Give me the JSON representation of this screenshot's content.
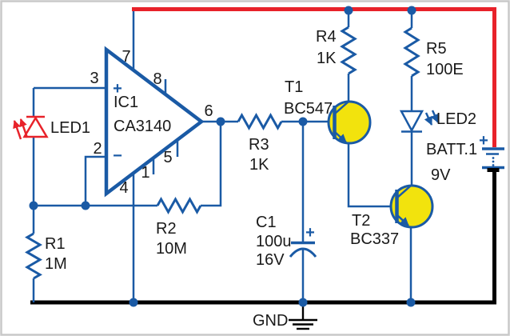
{
  "diagram_type": "circuit-schematic",
  "colors": {
    "wire_blue": "#1A5AA5",
    "positive_rail_red": "#E8222A",
    "ground_black": "#000000",
    "transistor_fill_yellow": "#F2E30D",
    "led1_red": "#E8222A",
    "text": "#1A1A1A"
  },
  "components": {
    "led1": {
      "ref": "LED1"
    },
    "ic1": {
      "ref": "IC1",
      "part": "CA3140",
      "pins": {
        "p1": "1",
        "p2": "2",
        "p3": "3",
        "p4": "4",
        "p5": "5",
        "p6": "6",
        "p7": "7",
        "p8": "8"
      },
      "noninverting_sign": "+",
      "inverting_sign": "−"
    },
    "r1": {
      "ref": "R1",
      "value": "1M"
    },
    "r2": {
      "ref": "R2",
      "value": "10M"
    },
    "r3": {
      "ref": "R3",
      "value": "1K"
    },
    "r4": {
      "ref": "R4",
      "value": "1K"
    },
    "r5": {
      "ref": "R5",
      "value": "100E"
    },
    "c1": {
      "ref": "C1",
      "value": "100u",
      "rating": "16V",
      "polarity_sign": "+"
    },
    "t1": {
      "ref": "T1",
      "part": "BC547"
    },
    "t2": {
      "ref": "T2",
      "part": "BC337"
    },
    "led2": {
      "ref": "LED2"
    },
    "battery": {
      "ref": "BATT.1",
      "voltage": "9V",
      "polarity_sign": "+"
    },
    "ground": {
      "label": "GND"
    }
  }
}
